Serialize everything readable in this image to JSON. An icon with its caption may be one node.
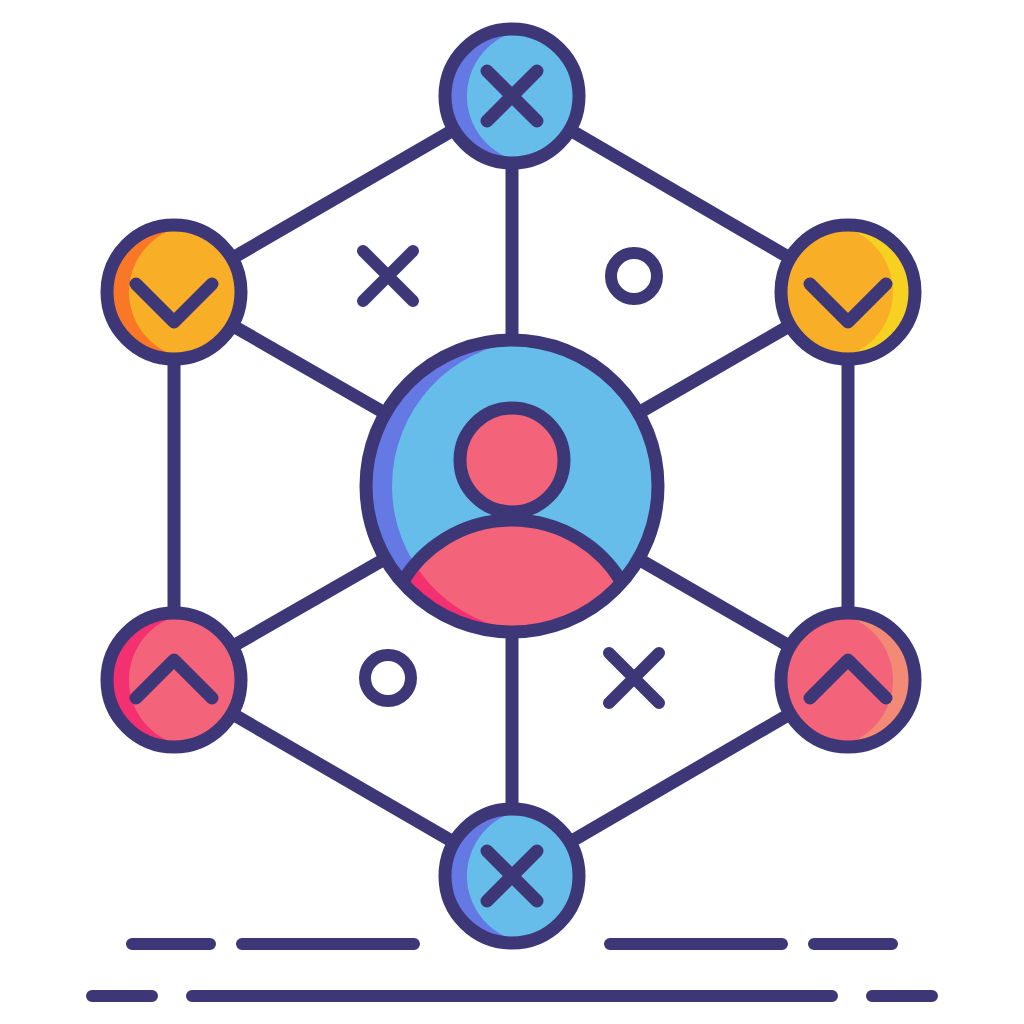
{
  "diagram": {
    "nodes": [
      {
        "text": [],
        "shape": "circle"
      },
      {
        "text": [],
        "shape": "circle"
      },
      {
        "text": [],
        "shape": "circle"
      },
      {
        "text": [],
        "shape": "circle"
      },
      {
        "text": [],
        "shape": "circle"
      },
      {
        "text": [],
        "shape": "circle"
      },
      {
        "text": [],
        "shape": "circle"
      }
    ],
    "edges": [
      {
        "from": 0,
        "to": 1,
        "arrow": "none"
      },
      {
        "from": 0,
        "to": 2,
        "arrow": "none"
      },
      {
        "from": 0,
        "to": 3,
        "arrow": "none"
      },
      {
        "from": 1,
        "to": 3,
        "arrow": "none"
      },
      {
        "from": 2,
        "to": 3,
        "arrow": "none"
      },
      {
        "from": 1,
        "to": 4,
        "arrow": "none"
      },
      {
        "from": 2,
        "to": 5,
        "arrow": "none"
      },
      {
        "from": 3,
        "to": 4,
        "arrow": "none"
      },
      {
        "from": 3,
        "to": 5,
        "arrow": "none"
      },
      {
        "from": 3,
        "to": 6,
        "arrow": "none"
      },
      {
        "from": 4,
        "to": 6,
        "arrow": "none"
      },
      {
        "from": 5,
        "to": 6,
        "arrow": "none"
      }
    ]
  }
}
